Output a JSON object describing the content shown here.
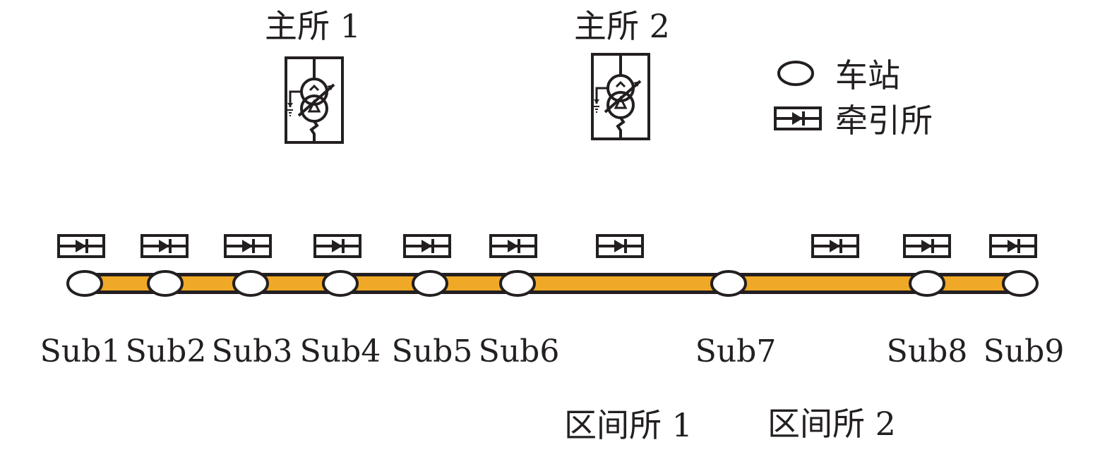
{
  "main_substations": [
    {
      "label": "主所 1"
    },
    {
      "label": "主所 2"
    }
  ],
  "legend": {
    "station_label": "车站",
    "traction_label": "牵引所"
  },
  "stations": [
    {
      "label": "Sub1"
    },
    {
      "label": "Sub2"
    },
    {
      "label": "Sub3"
    },
    {
      "label": "Sub4"
    },
    {
      "label": "Sub5"
    },
    {
      "label": "Sub6"
    },
    {
      "label": "Sub7"
    },
    {
      "label": "Sub8"
    },
    {
      "label": "Sub9"
    }
  ],
  "section_posts": [
    {
      "label": "区间所 1"
    },
    {
      "label": "区间所 2"
    }
  ],
  "colors": {
    "line": "#f0a927",
    "ink": "#231f20"
  }
}
